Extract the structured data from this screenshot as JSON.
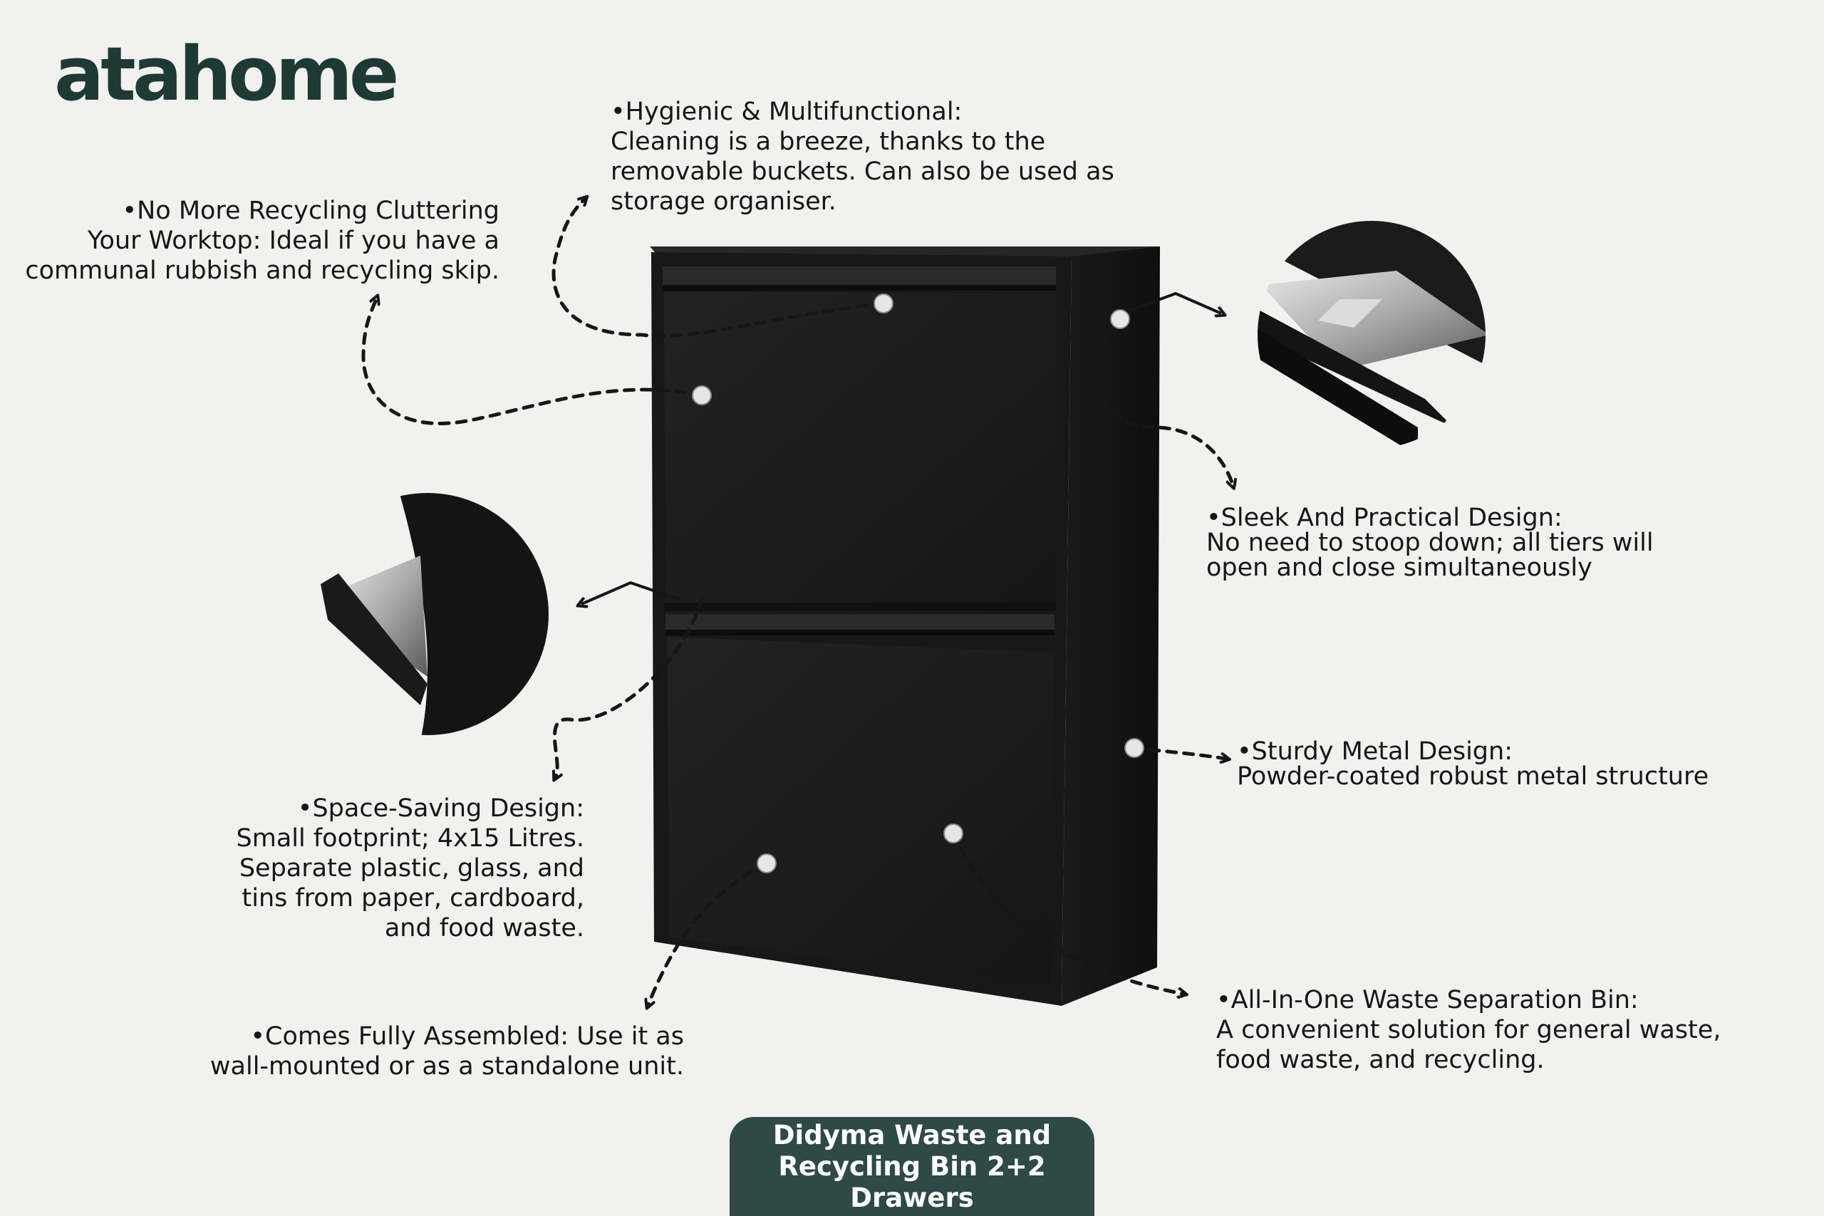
{
  "brand": {
    "logo_text": "atahome"
  },
  "features": [
    {
      "id": "hygienic",
      "head": "•Hygienic & Multifunctional:",
      "desc": "Cleaning is a breeze, thanks to the removable buckets. Can also be used as storage organiser."
    },
    {
      "id": "no-clutter",
      "head": "•No More Recycling Cluttering",
      "desc": "Your Worktop: Ideal if you have a communal rubbish and recycling skip."
    },
    {
      "id": "sleek",
      "head": "•Sleek And Practical Design:",
      "desc": "No need to stoop down; all tiers will open and close simultaneously"
    },
    {
      "id": "sturdy",
      "head": "•Sturdy Metal Design:",
      "desc": "Powder-coated robust metal structure"
    },
    {
      "id": "space-saving",
      "head": "•Space-Saving Design:",
      "desc": "Small footprint; 4x15 Litres. Separate plastic, glass, and tins from paper, cardboard, and food waste."
    },
    {
      "id": "assembled",
      "head": "•Comes Fully Assembled: Use it as",
      "desc": "wall-mounted or as a standalone unit."
    },
    {
      "id": "all-in-one",
      "head": "•All-In-One Waste Separation Bin:",
      "desc": "A convenient solution for general waste, food waste, and recycling."
    }
  ],
  "product_title": "Didyma Waste and Recycling Bin 2+2 Drawers",
  "colors": {
    "brand": "#1f3a35",
    "title_bg": "#2f4a46",
    "cabinet": "#1b1b1b",
    "background": "#f1f1ef"
  },
  "icons": [
    "arrow-icon",
    "marker-dot-icon"
  ]
}
